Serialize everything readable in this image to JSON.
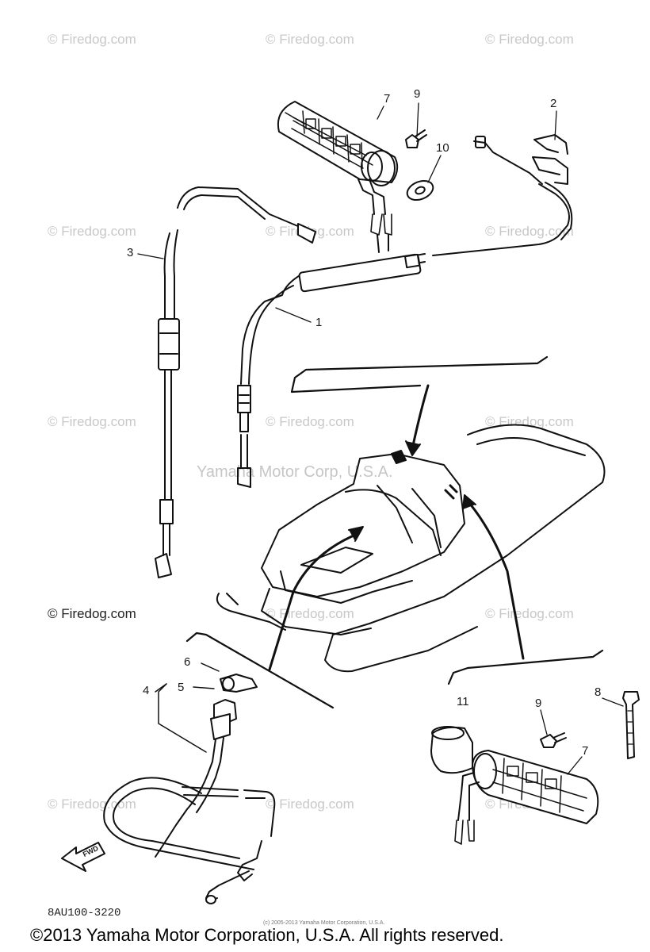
{
  "watermark_text": "© Firedog.com",
  "center_watermark": "Yamaha Motor Corp, U.S.A.",
  "credit_text": "© Firedog.com",
  "callouts": {
    "c1": "1",
    "c2": "2",
    "c3": "3",
    "c4": "4",
    "c5": "5",
    "c6": "6",
    "c7_top": "7",
    "c7_bottom": "7",
    "c8": "8",
    "c9_top": "9",
    "c9_bottom": "9",
    "c10": "10",
    "c11": "11"
  },
  "fwd_label": "FWD",
  "part_code": "8AU100-3220",
  "tiny_copyright": "(c) 2005-2013 Yamaha Motor Corporation, U.S.A.",
  "copyright": "©2013 Yamaha Motor Corporation, U.S.A. All rights reserved."
}
